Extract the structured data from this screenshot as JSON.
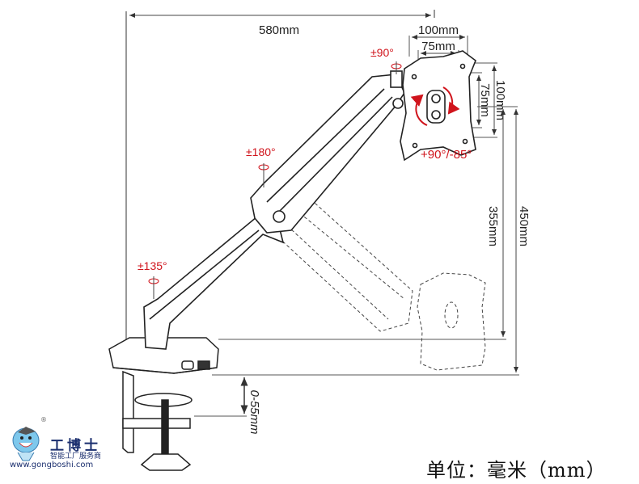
{
  "diagram": {
    "title": "Gas spring monitor arm dimension drawing",
    "dimensions": {
      "reach": "580mm",
      "vesa_outer_width": "100mm",
      "vesa_inner_width": "75mm",
      "vesa_outer_height": "100mm",
      "vesa_inner_height": "75mm",
      "lower_height": "355mm",
      "max_height": "450mm",
      "clamp_range": "0-55mm"
    },
    "rotations": {
      "base_swivel": "±135°",
      "elbow_swivel": "±180°",
      "head_swivel": "±90°",
      "tilt": "+90°/-85°"
    },
    "unit_label": "单位：毫米（mm）",
    "watermark": {
      "brand_cn": "工博士",
      "tagline": "智能工厂服务商",
      "url": "www.gongboshi.com",
      "registered": "®"
    },
    "colors": {
      "line": "#333333",
      "accent_red": "#d0141c",
      "logo_blue": "#1a2e6e",
      "logo_face": "#7ec8ec"
    }
  }
}
